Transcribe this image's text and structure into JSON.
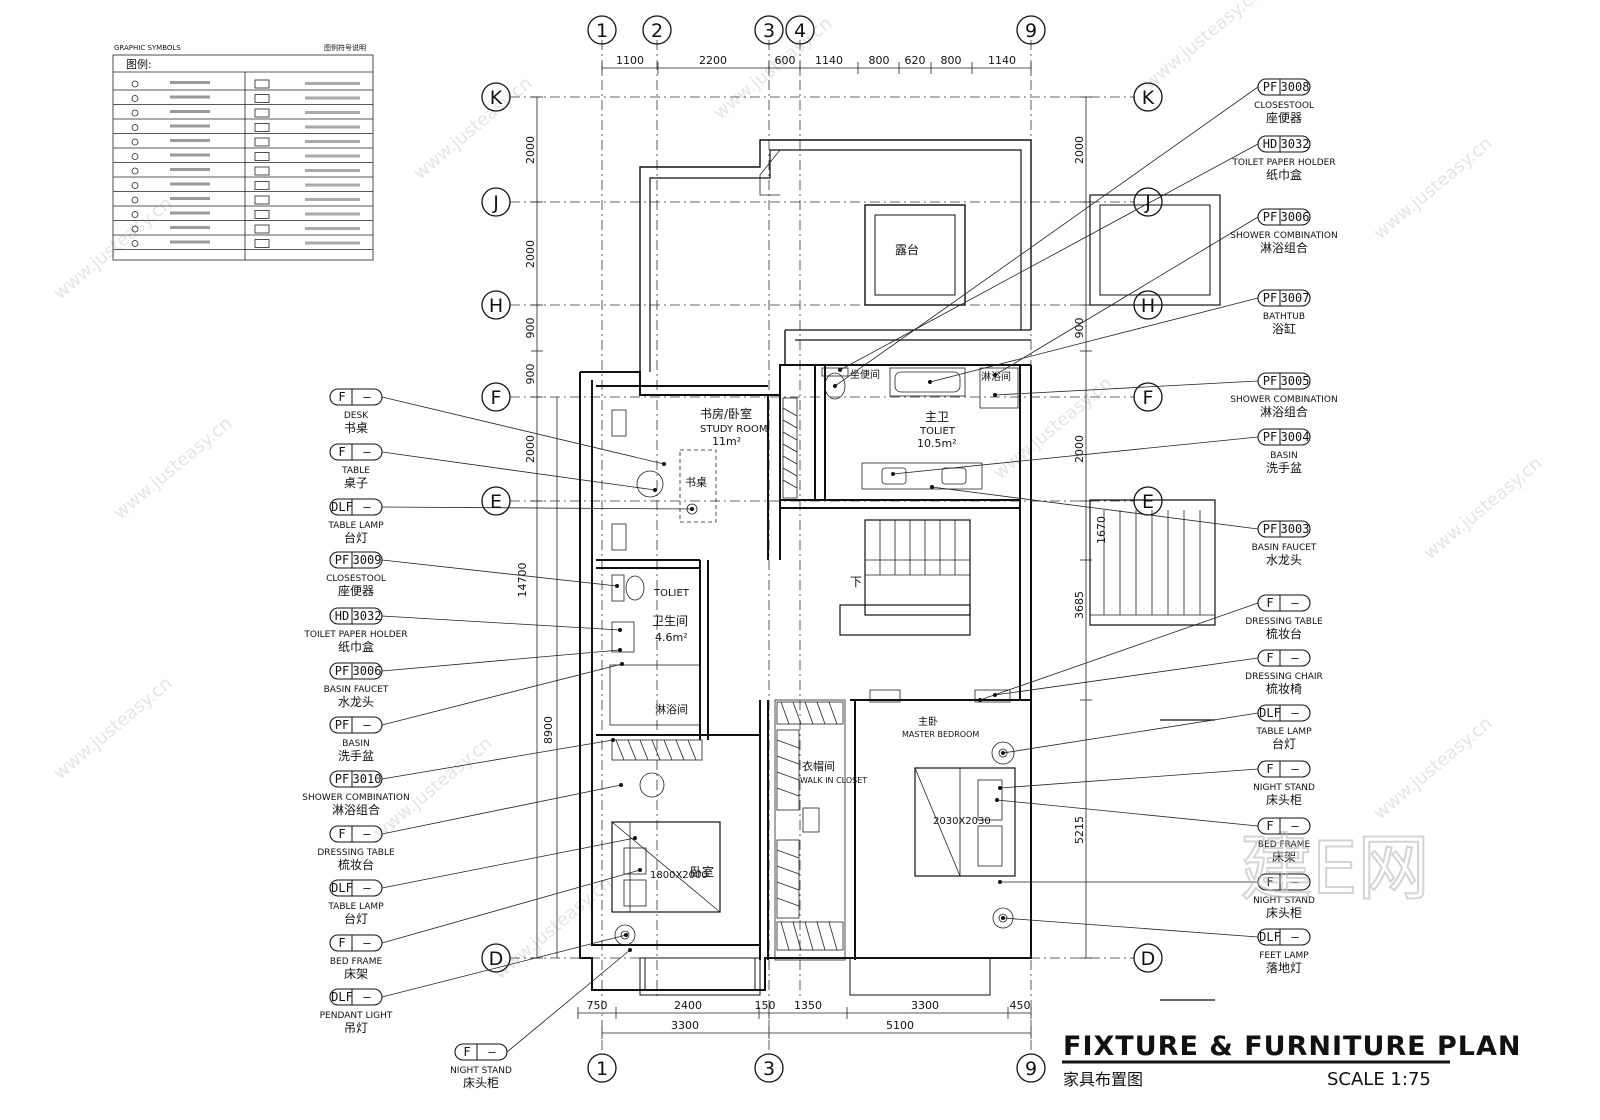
{
  "title": "FIXTURE & FURNITURE PLAN",
  "title_zh": "家具布置图",
  "scale": "SCALE 1:75",
  "legend": {
    "title_en": "GRAPHIC SYMBOLS",
    "title_zh": "图例符号说明",
    "header": "图例:"
  },
  "grid": {
    "top": [
      "1",
      "2",
      "3",
      "4",
      "9"
    ],
    "bottom": [
      "1",
      "3",
      "9"
    ],
    "side": [
      "K",
      "J",
      "H",
      "F",
      "E",
      "D"
    ]
  },
  "dims": {
    "top": [
      "1100",
      "2200",
      "600",
      "1140",
      "800",
      "620",
      "800",
      "1140"
    ],
    "bottom1": [
      "750",
      "2400",
      "150",
      "1350",
      "3300",
      "450"
    ],
    "bottom2": [
      "3300",
      "5100"
    ],
    "left": [
      "2000",
      "2000",
      "900",
      "900",
      "2000",
      "14700",
      "8900"
    ],
    "right": [
      "2000",
      "900",
      "2000",
      "1670",
      "3685",
      "5215"
    ]
  },
  "rooms": {
    "study_zh": "书房/卧室",
    "study_en": "STUDY ROOM",
    "study_area": "11m²",
    "desk_zh": "书桌",
    "toilet_en": "TOLIET",
    "toilet_zh": "卫生间",
    "toilet_area": "4.6m²",
    "shower_zh": "淋浴间",
    "main_toilet_zh": "主卫",
    "main_toilet_en": "TOLIET",
    "main_toilet_area": "10.5m²",
    "terrace_zh": "露台",
    "closestool_zh": "坐便间",
    "shower2_zh": "淋浴间",
    "closet_zh": "衣帽间",
    "closet_en": "WALK IN CLOSET",
    "master_zh": "主卧",
    "master_en": "MASTER BEDROOM",
    "bed2": "2030X2030",
    "bed1": "1800X2000",
    "bedroom_zh": "卧室",
    "down_zh": "下"
  },
  "left_tags": [
    {
      "code": "F",
      "num": "—",
      "en": "DESK",
      "zh": "书桌"
    },
    {
      "code": "F",
      "num": "—",
      "en": "TABLE",
      "zh": "桌子"
    },
    {
      "code": "DLF",
      "num": "—",
      "en": "TABLE LAMP",
      "zh": "台灯"
    },
    {
      "code": "PF",
      "num": "3009",
      "en": "CLOSESTOOL",
      "zh": "座便器"
    },
    {
      "code": "HD",
      "num": "3032",
      "en": "TOILET PAPER HOLDER",
      "zh": "纸巾盒"
    },
    {
      "code": "PF",
      "num": "3006",
      "en": "BASIN FAUCET",
      "zh": "水龙头"
    },
    {
      "code": "PF",
      "num": "—",
      "en": "BASIN",
      "zh": "洗手盆"
    },
    {
      "code": "PF",
      "num": "3010",
      "en": "SHOWER COMBINATION",
      "zh": "淋浴组合"
    },
    {
      "code": "F",
      "num": "—",
      "en": "DRESSING TABLE",
      "zh": "梳妆台"
    },
    {
      "code": "DLF",
      "num": "—",
      "en": "TABLE LAMP",
      "zh": "台灯"
    },
    {
      "code": "F",
      "num": "—",
      "en": "BED FRAME",
      "zh": "床架"
    },
    {
      "code": "DLF",
      "num": "—",
      "en": "PENDANT LIGHT",
      "zh": "吊灯"
    },
    {
      "code": "F",
      "num": "—",
      "en": "NIGHT STAND",
      "zh": "床头柜"
    }
  ],
  "right_tags": [
    {
      "code": "PF",
      "num": "3008",
      "en": "CLOSESTOOL",
      "zh": "座便器"
    },
    {
      "code": "HD",
      "num": "3032",
      "en": "TOILET PAPER HOLDER",
      "zh": "纸巾盒"
    },
    {
      "code": "PF",
      "num": "3006",
      "en": "SHOWER COMBINATION",
      "zh": "淋浴组合"
    },
    {
      "code": "PF",
      "num": "3007",
      "en": "BATHTUB",
      "zh": "浴缸"
    },
    {
      "code": "PF",
      "num": "3005",
      "en": "SHOWER COMBINATION",
      "zh": "淋浴组合"
    },
    {
      "code": "PF",
      "num": "3004",
      "en": "BASIN",
      "zh": "洗手盆"
    },
    {
      "code": "PF",
      "num": "3003",
      "en": "BASIN FAUCET",
      "zh": "水龙头"
    },
    {
      "code": "F",
      "num": "—",
      "en": "DRESSING TABLE",
      "zh": "梳妆台"
    },
    {
      "code": "F",
      "num": "—",
      "en": "DRESSING CHAIR",
      "zh": "梳妆椅"
    },
    {
      "code": "DLF",
      "num": "—",
      "en": "TABLE LAMP",
      "zh": "台灯"
    },
    {
      "code": "F",
      "num": "—",
      "en": "NIGHT STAND",
      "zh": "床头柜"
    },
    {
      "code": "F",
      "num": "—",
      "en": "BED FRAME",
      "zh": "床架"
    },
    {
      "code": "F",
      "num": "—",
      "en": "NIGHT STAND",
      "zh": "床头柜"
    },
    {
      "code": "DLF",
      "num": "—",
      "en": "FEET LAMP",
      "zh": "落地灯"
    }
  ],
  "watermark": {
    "brand": "建E网",
    "url": "www.justeasy.cn"
  }
}
